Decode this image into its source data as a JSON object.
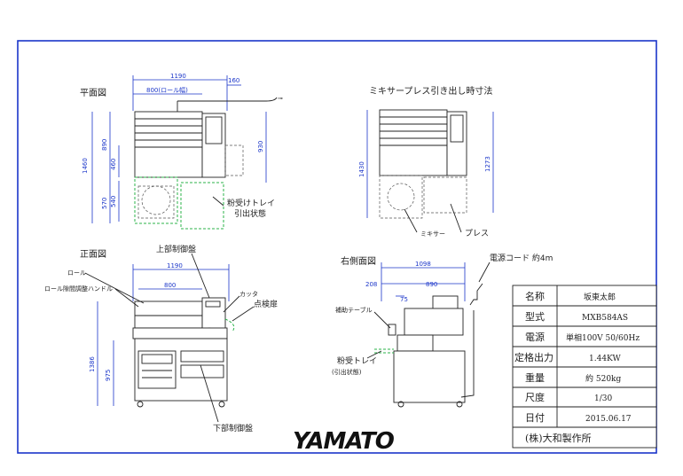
{
  "views": {
    "plan": {
      "title": "平面図",
      "dims": {
        "overall_width": "1190",
        "roll_width": "800(ロール幅)",
        "right_ext": "160",
        "overall_depth": "1460",
        "upper": "890",
        "mid": "460",
        "lower": "570",
        "lower2": "540",
        "side": "930"
      },
      "callout": {
        "line1": "粉受けトレイ",
        "line2": "引出状態"
      }
    },
    "mixer": {
      "title": "ミキサープレス引き出し時寸法",
      "dims": {
        "height": "1430",
        "side": "1273"
      },
      "labels": {
        "mixer": "ミキサー",
        "press": "プレス"
      }
    },
    "front": {
      "title": "正面図",
      "dims": {
        "width": "1190",
        "inner": "800",
        "height": "1386",
        "mid": "975"
      },
      "labels": {
        "upper_panel": "上部制御盤",
        "roll": "ロール",
        "roll_gap": "ロール隙間調整ハンドル",
        "cutter": "カッタ",
        "inspection": "点検扉",
        "lower_panel": "下部制御盤"
      }
    },
    "right": {
      "title": "右側面図",
      "dims": {
        "depth": "1098",
        "left": "208",
        "body": "890",
        "small": "75"
      },
      "labels": {
        "cord": "電源コード 約4m",
        "aux_table": "補助テーブル",
        "tray_line1": "粉受トレイ",
        "tray_line2": "(引出状態)"
      }
    }
  },
  "title_block": {
    "rows": [
      {
        "key": "名称",
        "value": "坂東太郎"
      },
      {
        "key": "型式",
        "value": "MXB584AS"
      },
      {
        "key": "電源",
        "value": "単相100V 50/60Hz"
      },
      {
        "key": "定格出力",
        "value": "1.44KW"
      },
      {
        "key": "重量",
        "value": "約 520kg"
      },
      {
        "key": "尺度",
        "value": "1/30"
      },
      {
        "key": "日付",
        "value": "2015.06.17"
      }
    ],
    "company": "(株)大和製作所"
  },
  "logo_text": "YAMATO",
  "colors": {
    "border": "#1a35c9",
    "dimension": "#1a35c9",
    "tray": "#2bb34a",
    "line": "#222222"
  }
}
